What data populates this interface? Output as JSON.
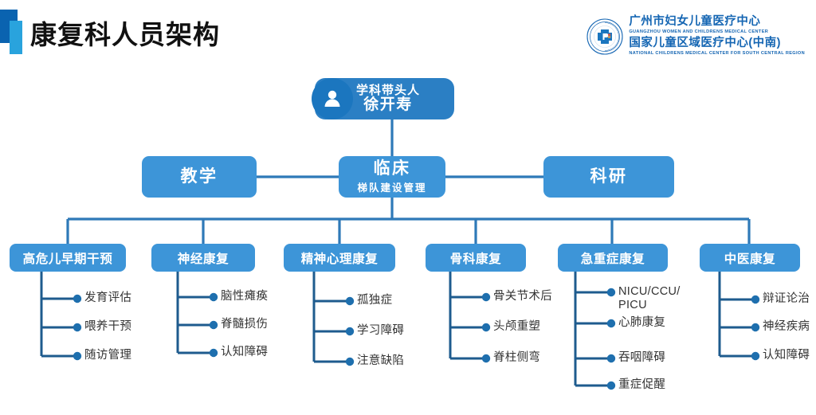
{
  "header": {
    "title": "康复科人员架构",
    "accent_dark": "#0a63b0",
    "accent_light": "#29a3dd"
  },
  "logo": {
    "cn_line1": "广州市妇女儿童医疗中心",
    "en_line1": "GUANGZHOU WOMEN AND CHILDRENS MEDICAL CENTER",
    "cn_line2": "国家儿童区域医疗中心(中南)",
    "en_line2": "NATIONAL CHILDRENS MEDICAL CENTER FOR SOUTH CENTRAL REGION",
    "emblem_name": "hospital-emblem-icon",
    "color": "#1566b3"
  },
  "colors": {
    "leader_box": "#2b7fc4",
    "node_box": "#3d95d8",
    "avatar_circle": "#1b76bf",
    "bus_line": "#2e79b8",
    "leaf_line": "#1e5b8e",
    "leaf_text": "#333333"
  },
  "chart_data": {
    "type": "diagram",
    "title": "康复科人员架构",
    "root": {
      "role": "学科带头人",
      "name": "徐开寿",
      "icon": "person-avatar-icon"
    },
    "level2": [
      {
        "label": "教学",
        "sub": ""
      },
      {
        "label": "临床",
        "sub": "梯队建设管理"
      },
      {
        "label": "科研",
        "sub": ""
      }
    ],
    "categories": [
      {
        "label": "高危儿早期干预",
        "items": [
          "发育评估",
          "喂养干预",
          "随访管理"
        ]
      },
      {
        "label": "神经康复",
        "items": [
          "脑性瘫痪",
          "脊髓损伤",
          "认知障碍"
        ]
      },
      {
        "label": "精神心理康复",
        "items": [
          "孤独症",
          "学习障碍",
          "注意缺陷"
        ]
      },
      {
        "label": "骨科康复",
        "items": [
          "骨关节术后",
          "头颅重塑",
          "脊柱侧弯"
        ]
      },
      {
        "label": "急重症康复",
        "items": [
          "NICU/CCU/\nPICU",
          "心肺康复",
          "吞咽障碍",
          "重症促醒"
        ]
      },
      {
        "label": "中医康复",
        "items": [
          "辩证论治",
          "神经疾病",
          "认知障碍"
        ]
      }
    ]
  }
}
